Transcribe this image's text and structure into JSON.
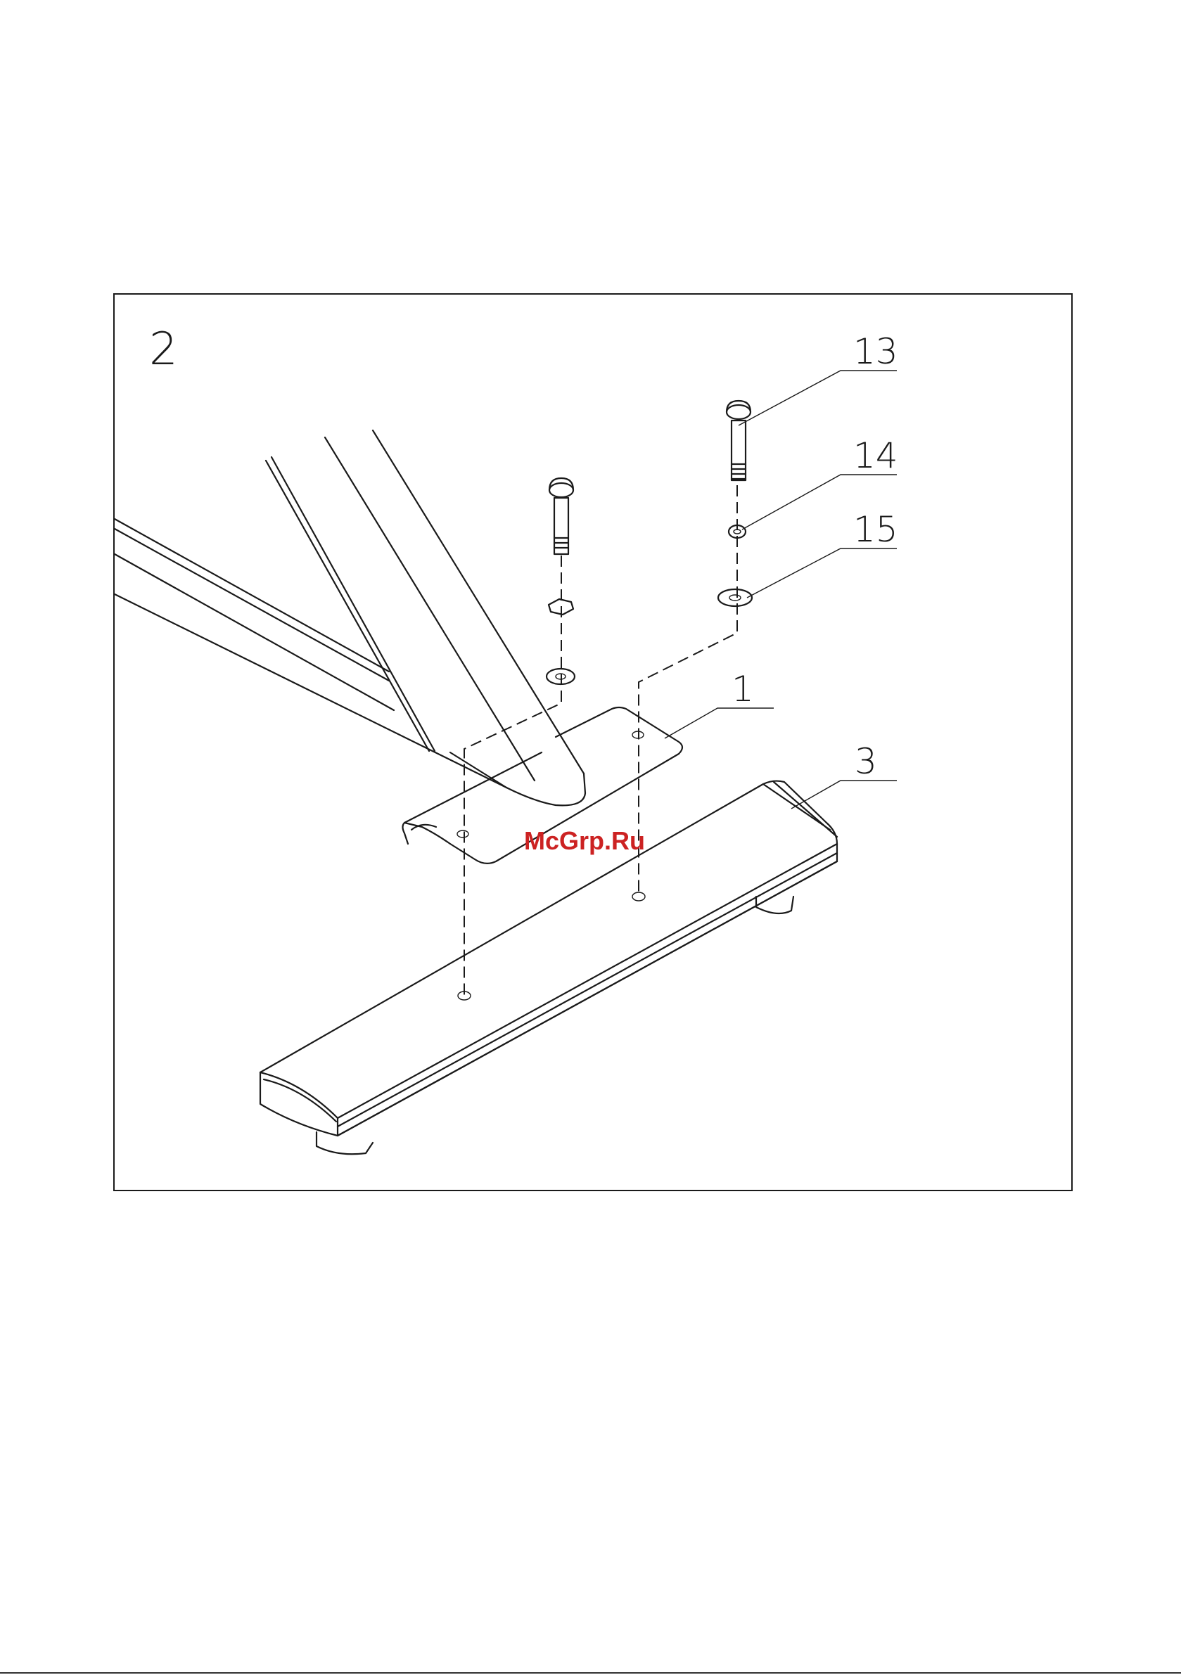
{
  "step": {
    "number": "2"
  },
  "callouts": {
    "c13": "13",
    "c14": "14",
    "c15": "15",
    "c1": "1",
    "c3": "3"
  },
  "watermark": {
    "text": "McGrp.Ru",
    "color": "#cc2222"
  }
}
